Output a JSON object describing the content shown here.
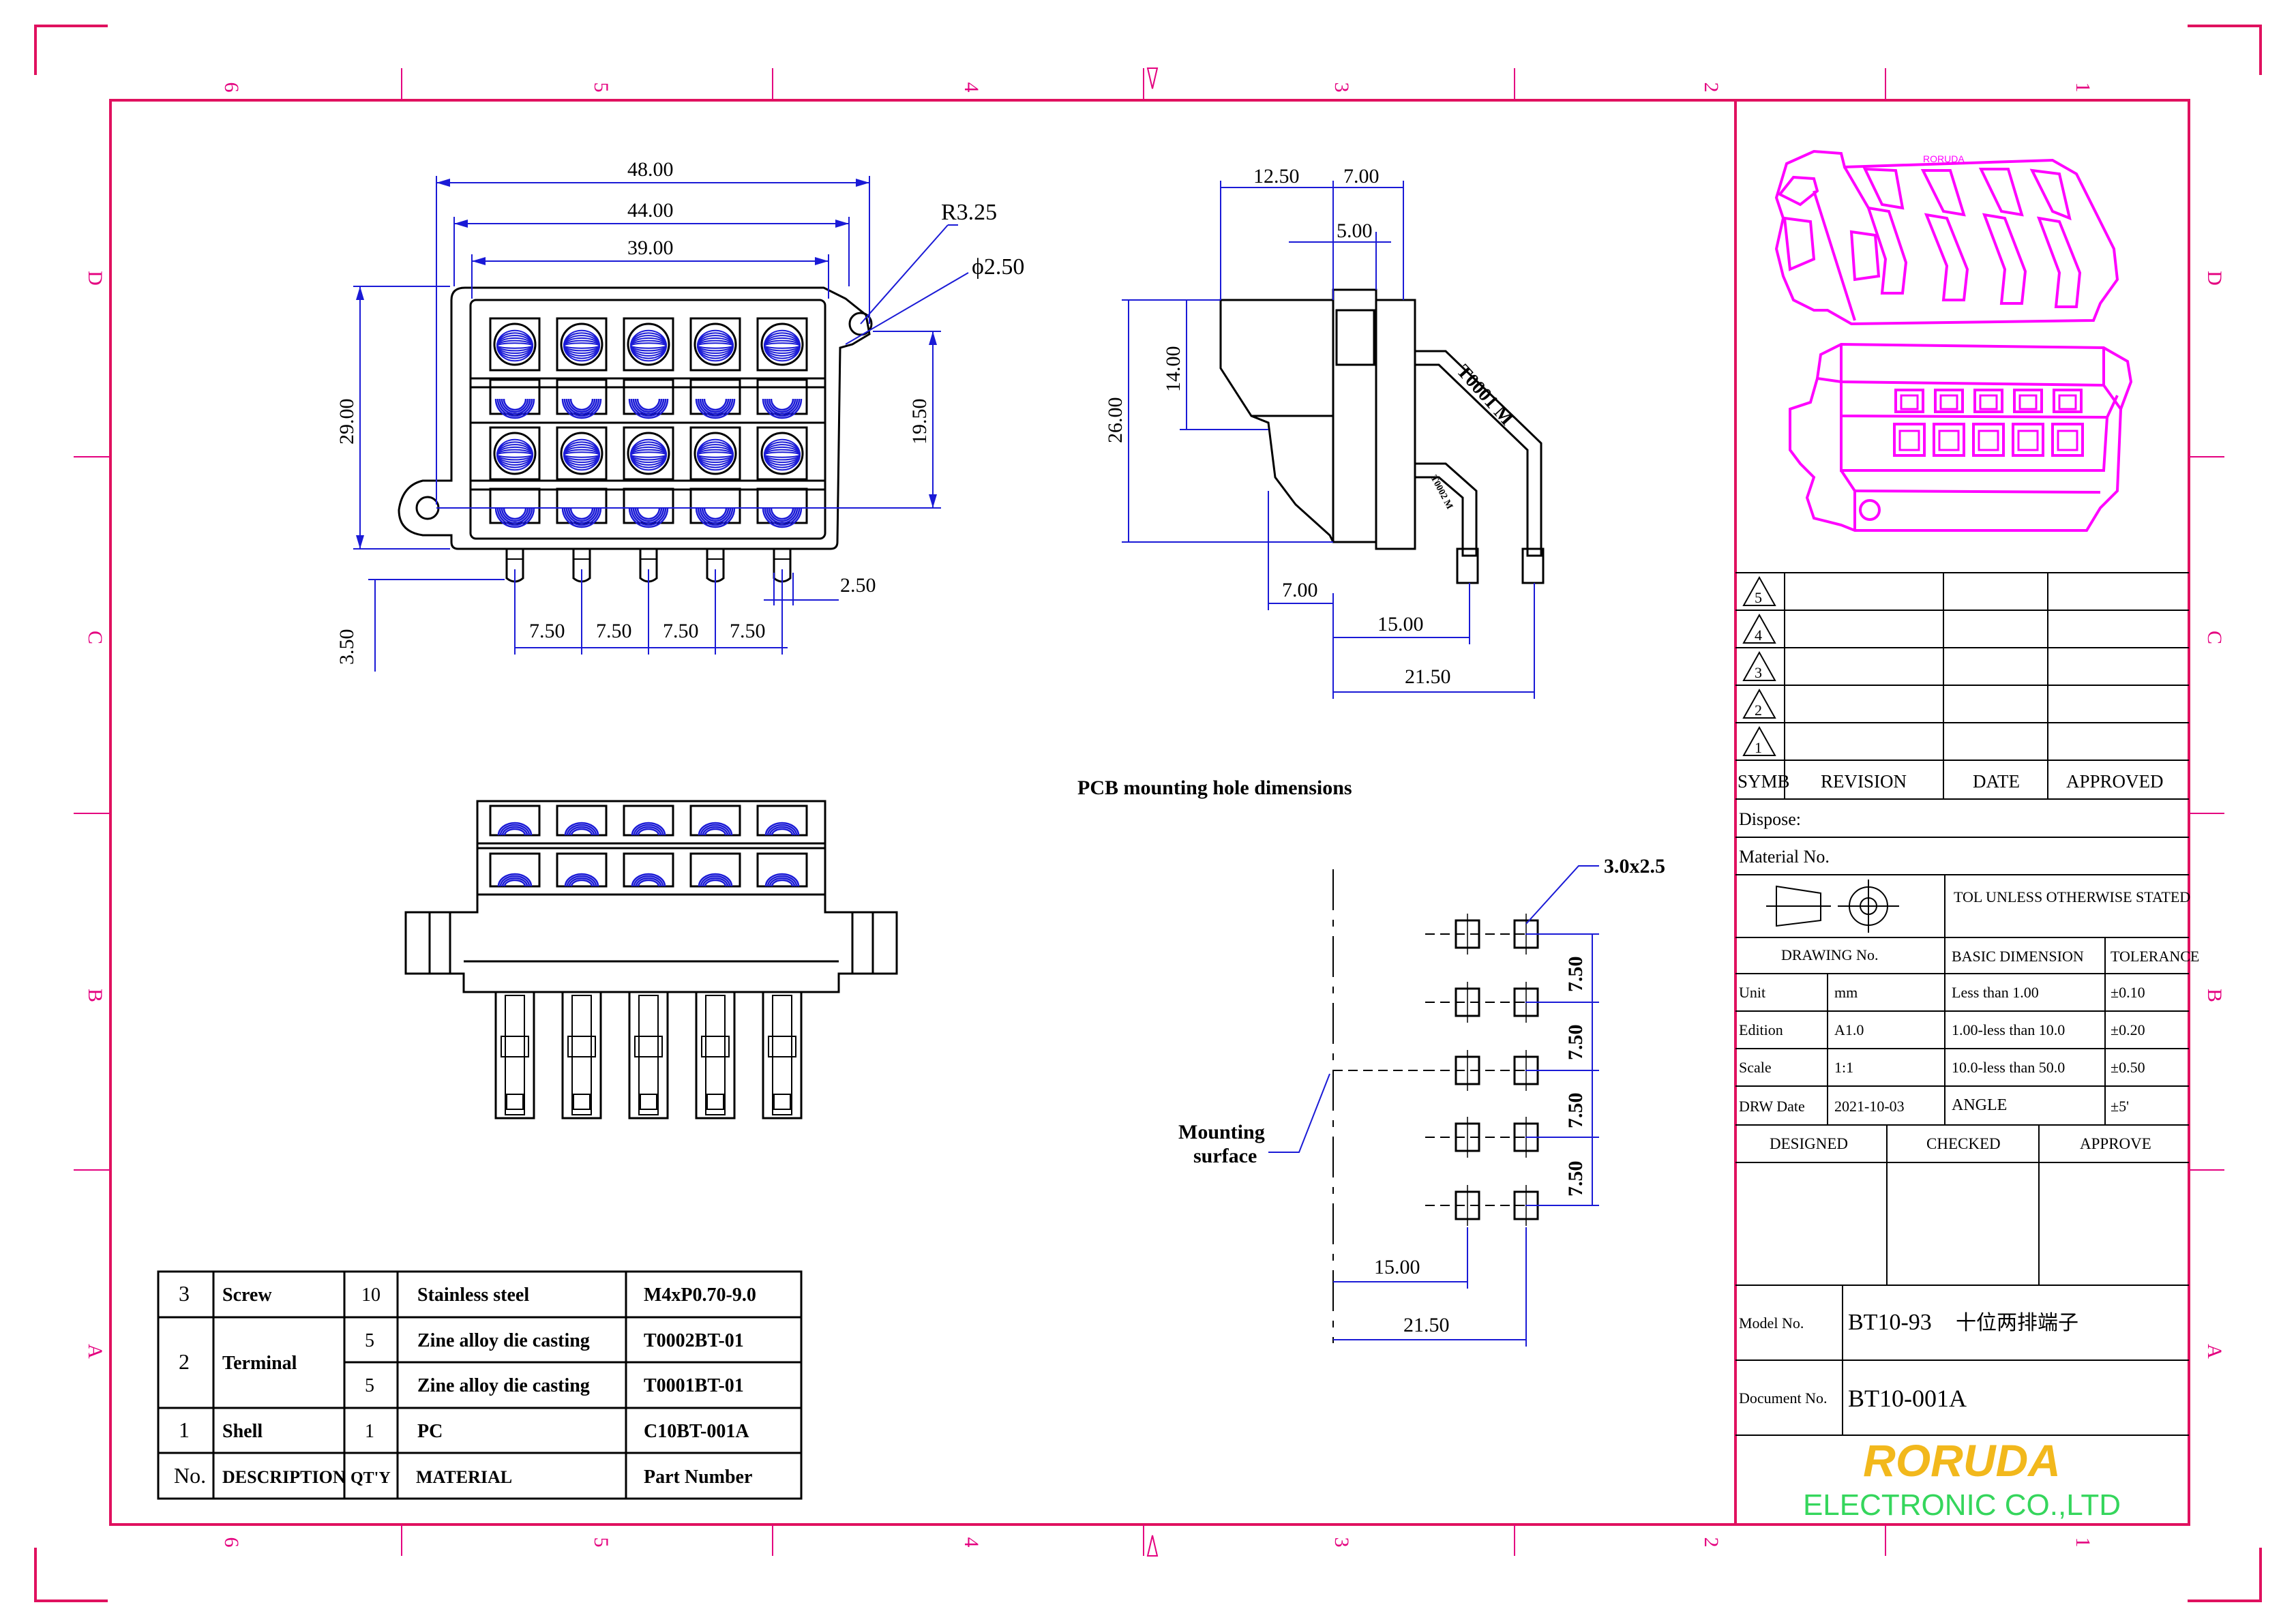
{
  "colors": {
    "frame": "#e0115f",
    "pink": "#e4007f",
    "magenta": "#ff00ff",
    "blue": "#1a1ad6",
    "gold": "#f2b81c",
    "green": "#35d65c"
  },
  "zone_numbers_top": [
    "6",
    "5",
    "4",
    "3",
    "2",
    "1"
  ],
  "zone_letters": [
    "D",
    "C",
    "B",
    "A"
  ],
  "dimensions_front": {
    "d48": "48.00",
    "d44": "44.00",
    "d39": "39.00",
    "r325": "R3.25",
    "phi250": "ϕ2.50",
    "d29": "29.00",
    "d1950": "19.50",
    "d350": "3.50",
    "d250": "2.50",
    "pitch": [
      "7.50",
      "7.50",
      "7.50",
      "7.50"
    ]
  },
  "dimensions_side": {
    "d1250": "12.50",
    "d700": "7.00",
    "d500": "5.00",
    "d1400": "14.00",
    "d2600": "26.00",
    "d700b": "7.00",
    "d1500": "15.00",
    "d2150": "21.50",
    "mark1": "T0001 M",
    "mark2": "T0002 M"
  },
  "pcb": {
    "title": "PCB mounting hole dimensions",
    "hole": "3.0x2.5",
    "pitch": [
      "7.50",
      "7.50",
      "7.50",
      "7.50"
    ],
    "d1500": "15.00",
    "d2150": "21.50",
    "mount_line1": "Mounting",
    "mount_line2": "surface"
  },
  "bom": {
    "rows": [
      {
        "no": "3",
        "desc": "Screw",
        "qty": "10",
        "material": "Stainless steel",
        "part": "M4xP0.70-9.0"
      },
      {
        "no": "2",
        "desc": "Terminal",
        "qty": "5",
        "material": "Zine alloy die casting",
        "part": "T0002BT-01"
      },
      {
        "no": "",
        "desc": "",
        "qty": "5",
        "material": "Zine alloy die casting",
        "part": "T0001BT-01"
      },
      {
        "no": "1",
        "desc": "Shell",
        "qty": "1",
        "material": "PC",
        "part": "C10BT-001A"
      }
    ],
    "header": {
      "no": "No.",
      "desc": "DESCRIPTION",
      "qty": "QT'Y",
      "material": "MATERIAL",
      "part": "Part Number"
    }
  },
  "title_block": {
    "revision_symbols": [
      "5",
      "4",
      "3",
      "2",
      "1"
    ],
    "rev_headers": {
      "symb": "SYMB",
      "revision": "REVISION",
      "date": "DATE",
      "approved": "APPROVED"
    },
    "dispose": "Dispose:",
    "material_no": "Material No.",
    "tol_note": "TOL UNLESS OTHERWISE STATED",
    "drawing_no": "DRAWING No.",
    "basic_dimension": "BASIC DIMENSION",
    "tolerance": "TOLERANCE",
    "unit_label": "Unit",
    "unit_value": "mm",
    "edition_label": "Edition",
    "edition_value": "A1.0",
    "scale_label": "Scale",
    "scale_value": "1:1",
    "drw_date_label": "DRW Date",
    "drw_date_value": "2021-10-03",
    "tol_rows": [
      {
        "range": "Less than 1.00",
        "tol": "±0.10"
      },
      {
        "range": "1.00-less than 10.0",
        "tol": "±0.20"
      },
      {
        "range": "10.0-less than 50.0",
        "tol": "±0.50"
      },
      {
        "range": "ANGLE",
        "tol": "±5'"
      }
    ],
    "designed": "DESIGNED",
    "checked": "CHECKED",
    "approve": "APPROVE",
    "model_label": "Model No.",
    "model_value": "BT10-93",
    "model_cn": "十位两排端子",
    "doc_label": "Document No.",
    "doc_value": "BT10-001A",
    "company": "RORUDA",
    "company_sub": "ELECTRONIC CO.,LTD"
  }
}
